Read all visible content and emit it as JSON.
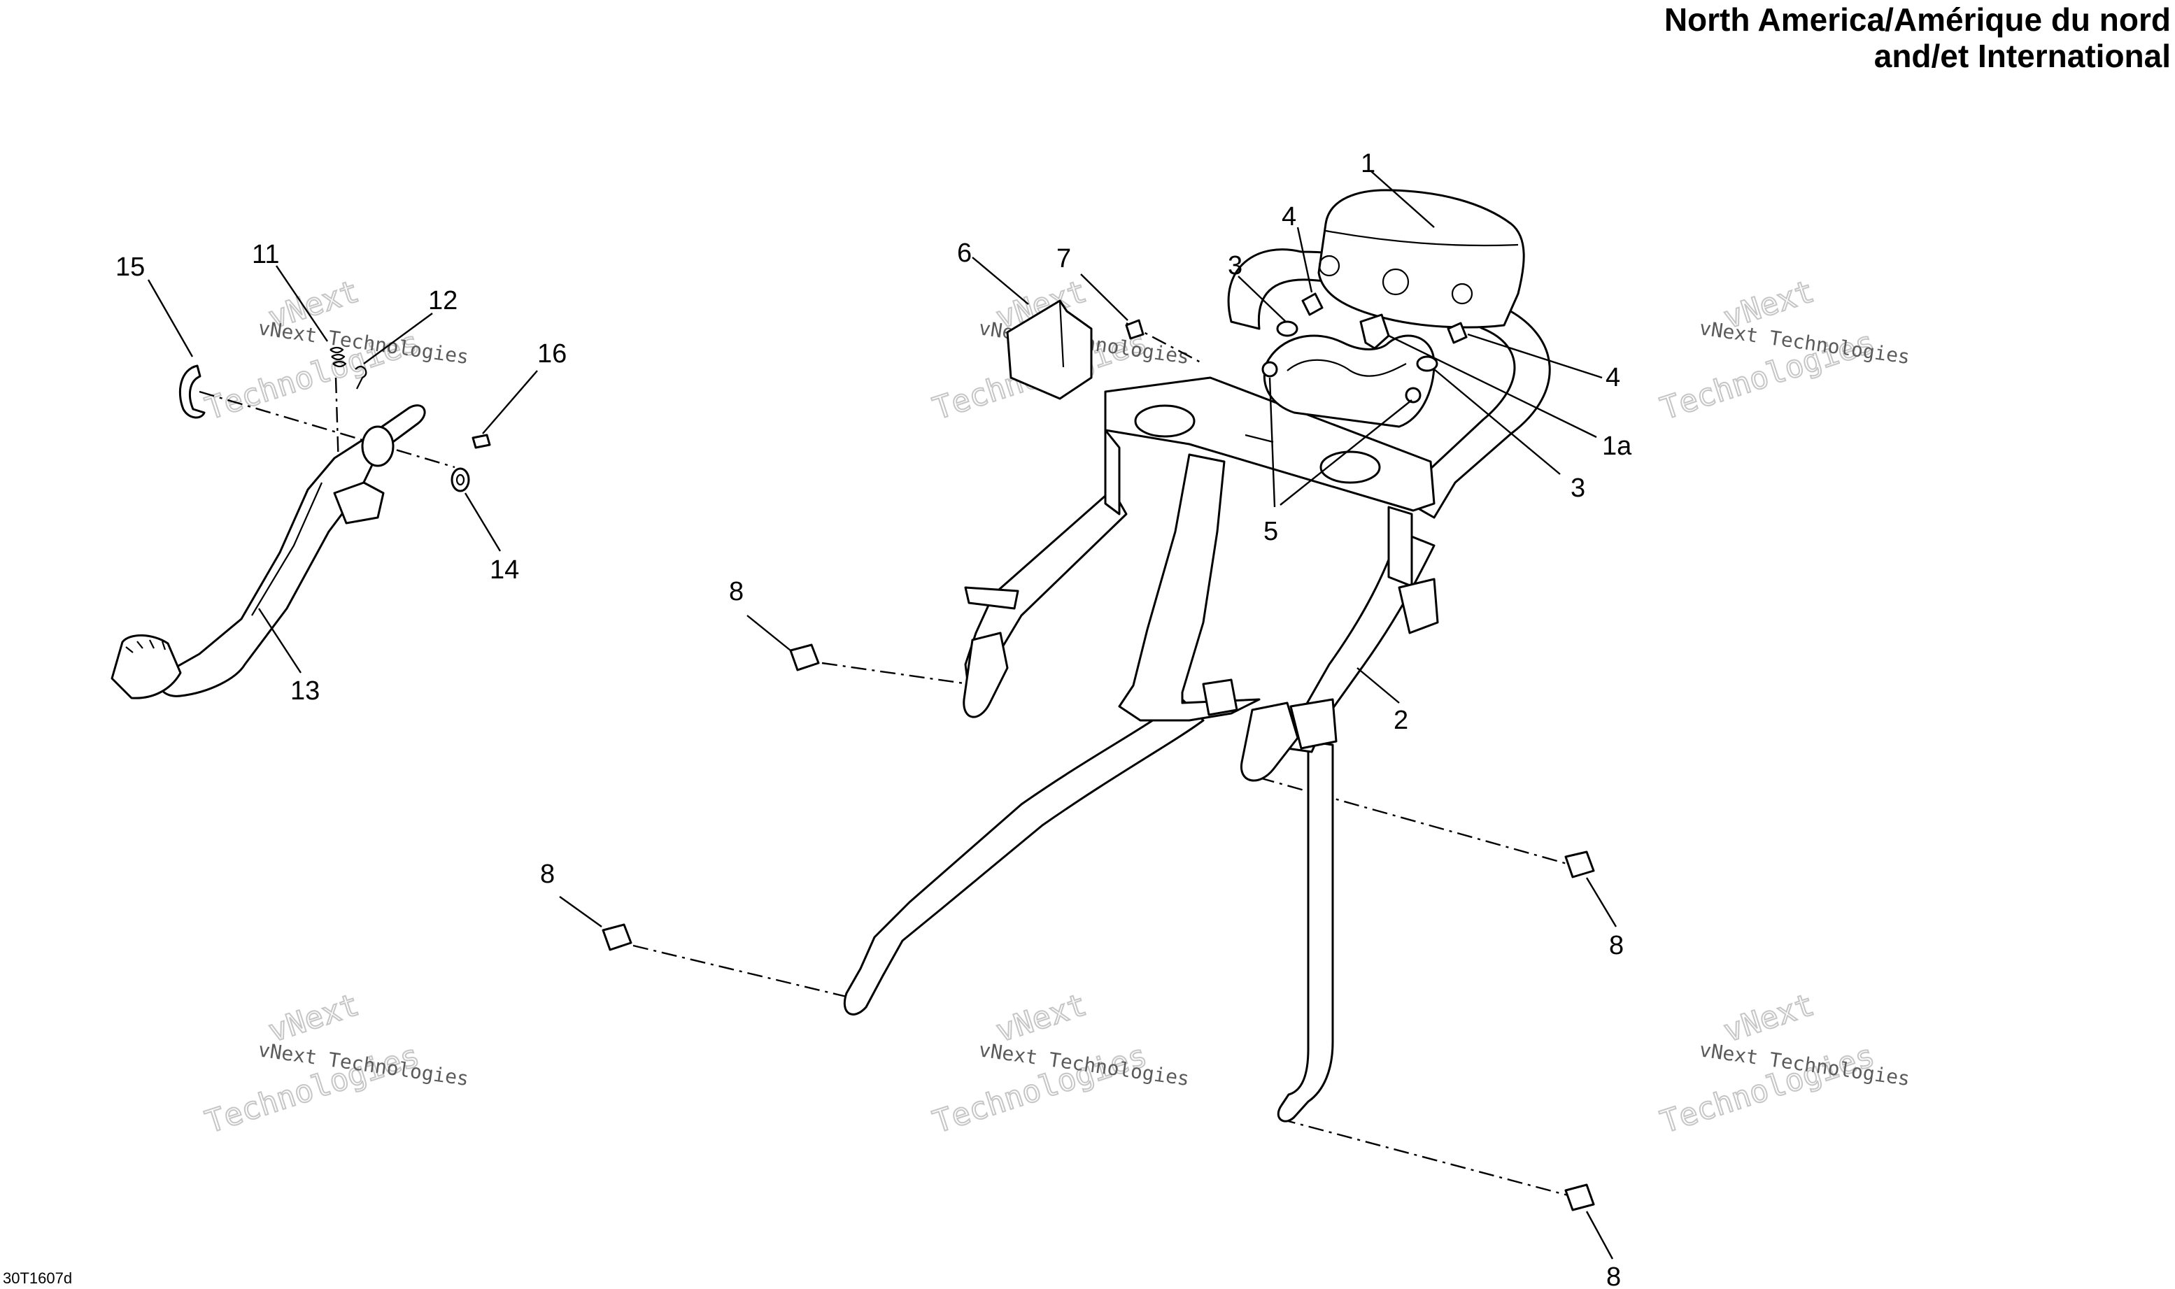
{
  "header": {
    "title_line1": "North America/Amérique du nord",
    "title_line2": "and/et International"
  },
  "footer": {
    "reference_code": "30T1607d"
  },
  "watermark": {
    "line1": "vNext Technologies",
    "line2": "vNext",
    "line3": "Technologies"
  },
  "callouts": {
    "c1": "1",
    "c1a": "1a",
    "c2": "2",
    "c3_upper": "3",
    "c3_lower": "3",
    "c4_upper": "4",
    "c4_right": "4",
    "c5": "5",
    "c6": "6",
    "c7": "7",
    "c8_left_upper": "8",
    "c8_left_lower": "8",
    "c8_right_upper": "8",
    "c8_right_lower": "8",
    "c11": "11",
    "c12": "12",
    "c13": "13",
    "c14": "14",
    "c15": "15",
    "c16": "16"
  }
}
